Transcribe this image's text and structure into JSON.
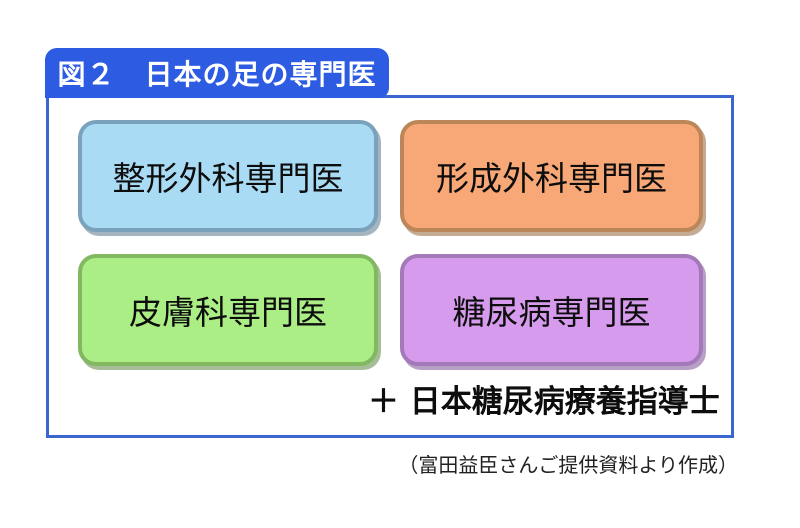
{
  "figure": {
    "title": "図２　日本の足の専門医",
    "boxes": [
      {
        "id": "orthopedics",
        "label": "整形外科専門医",
        "fill": "#a9dcf4",
        "border": "#7ba2bc"
      },
      {
        "id": "plastic-surgery",
        "label": "形成外科専門医",
        "fill": "#f8a877",
        "border": "#bd8659"
      },
      {
        "id": "dermatology",
        "label": "皮膚科専門医",
        "fill": "#abee86",
        "border": "#83b863"
      },
      {
        "id": "diabetes",
        "label": "糖尿病専門医",
        "fill": "#d79bee",
        "border": "#a379ba"
      }
    ],
    "plus_note": "＋ 日本糖尿病療養指導士",
    "credit": "（富田益臣さんご提供資料より作成）",
    "colors": {
      "banner_background": "#2d5ce2",
      "banner_text": "#ffffff",
      "frame_border": "#3b66cf",
      "label_text": "#0d0d0d"
    }
  }
}
